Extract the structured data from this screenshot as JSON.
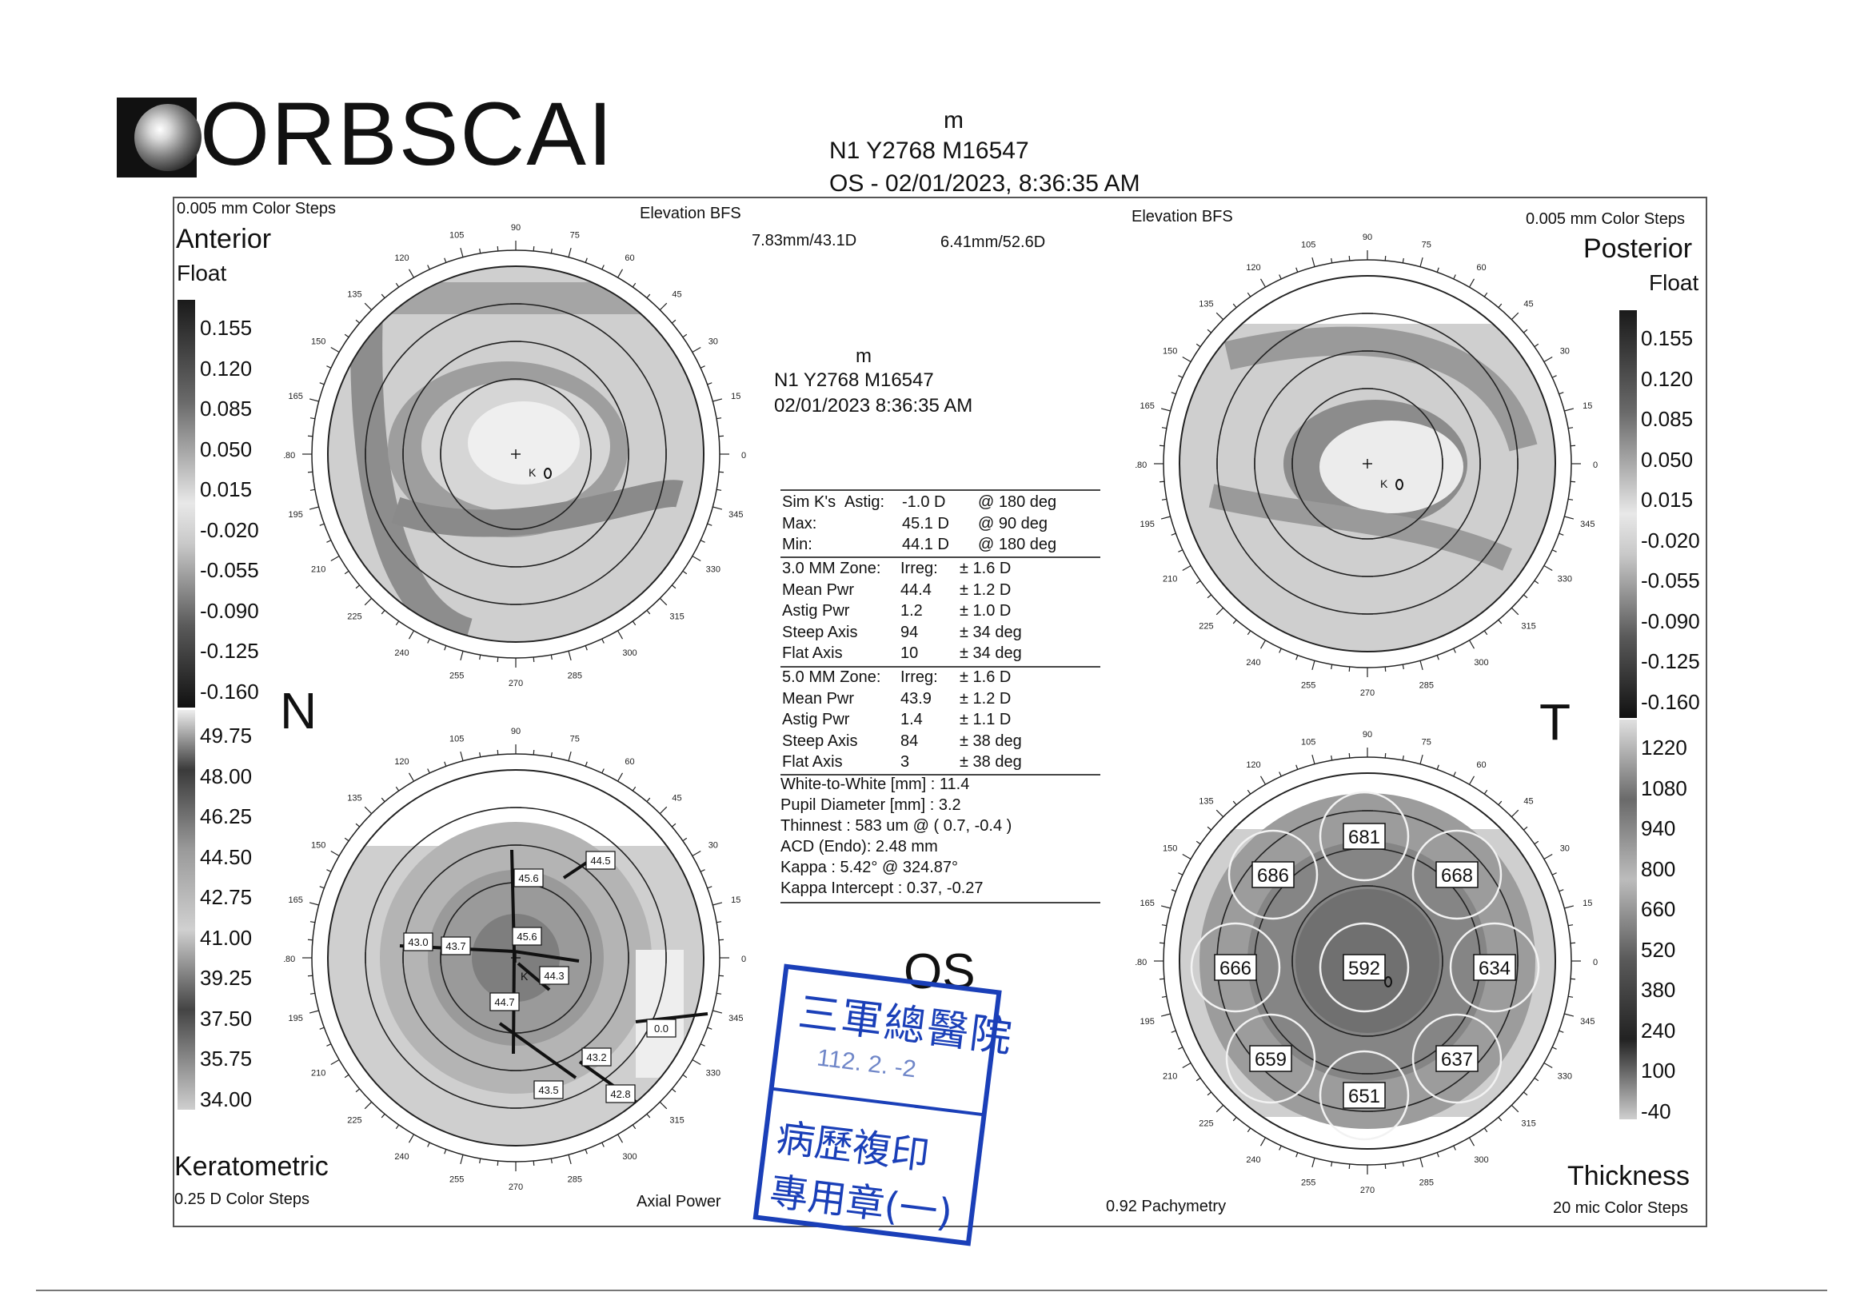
{
  "logo": {
    "text": "ORBSCAI"
  },
  "header": {
    "name": "m",
    "ids": "N1 Y2768 M16547",
    "eye_date": "OS - 02/01/2023, 8:36:35 AM"
  },
  "anterior": {
    "steps": "0.005 mm Color Steps",
    "title": "Anterior",
    "subtitle": "Float",
    "mode": "Elevation BFS",
    "scale": [
      "0.155",
      "0.120",
      "0.085",
      "0.050",
      "0.015",
      "-0.020",
      "-0.055",
      "-0.090",
      "-0.125",
      "-0.160"
    ]
  },
  "posterior": {
    "steps": "0.005 mm Color Steps",
    "title": "Posterior",
    "subtitle": "Float",
    "mode": "Elevation BFS",
    "scale": [
      "0.155",
      "0.120",
      "0.085",
      "0.050",
      "0.015",
      "-0.020",
      "-0.055",
      "-0.090",
      "-0.125",
      "-0.160"
    ]
  },
  "keratometric": {
    "title": "Keratometric",
    "steps": "0.25 D Color Steps",
    "mode": "Axial Power",
    "scale": [
      "49.75",
      "48.00",
      "46.25",
      "44.50",
      "42.75",
      "41.00",
      "39.25",
      "37.50",
      "35.75",
      "34.00"
    ],
    "values": [
      "44.5",
      "45.6",
      "43.0",
      "43.7",
      "45.6",
      "44.3",
      "44.7",
      "0.0",
      "43.2",
      "43.5",
      "42.8"
    ],
    "k_mark": "K"
  },
  "thickness": {
    "title": "Thickness",
    "steps": "20 mic Color Steps",
    "mode": "0.92 Pachymetry",
    "scale": [
      "1220",
      "1080",
      "940",
      "800",
      "660",
      "520",
      "380",
      "240",
      "100",
      "-40"
    ],
    "values": [
      "681",
      "686",
      "668",
      "666",
      "592",
      "634",
      "659",
      "637",
      "651"
    ]
  },
  "sides": {
    "left": "N",
    "right": "T"
  },
  "center": {
    "bfs_anterior": "7.83mm/43.1D",
    "bfs_posterior": "6.41mm/52.6D",
    "name": "m",
    "ids": "N1 Y2768 M16547",
    "datetime": "02/01/2023 8:36:35 AM",
    "sim_k": [
      [
        "Sim K's",
        "Astig:",
        "-1.0 D",
        "@ 180 deg"
      ],
      [
        "Max:",
        "",
        "45.1 D",
        "@ 90 deg"
      ],
      [
        "Min:",
        "",
        "44.1 D",
        "@ 180 deg"
      ]
    ],
    "zone3": [
      [
        "3.0 MM Zone:",
        "Irreg:",
        "± 1.6 D"
      ],
      [
        "Mean Pwr",
        "44.4",
        "± 1.2 D"
      ],
      [
        "Astig Pwr",
        "1.2",
        "± 1.0 D"
      ],
      [
        "Steep Axis",
        "94",
        "± 34 deg"
      ],
      [
        "Flat Axis",
        "10",
        "± 34 deg"
      ]
    ],
    "zone5": [
      [
        "5.0 MM Zone:",
        "Irreg:",
        "± 1.6 D"
      ],
      [
        "Mean Pwr",
        "43.9",
        "± 1.2 D"
      ],
      [
        "Astig Pwr",
        "1.4",
        "± 1.1 D"
      ],
      [
        "Steep Axis",
        "84",
        "± 38 deg"
      ],
      [
        "Flat Axis",
        "3",
        "± 38 deg"
      ]
    ],
    "extra": [
      "White-to-White [mm] : 11.4",
      "Pupil Diameter [mm] :  3.2",
      "Thinnest : 583 um @ ( 0.7, -0.4 )",
      "ACD (Endo): 2.48 mm",
      "Kappa : 5.42° @ 324.87°",
      "Kappa Intercept : 0.37, -0.27"
    ]
  },
  "eye_label": "OS",
  "stamp": {
    "hospital": "三軍總醫院",
    "date": "112. 2. -2",
    "line1": "病歷複印",
    "line2": "專用章(一)"
  },
  "axis_angles": [
    "0",
    "15",
    "30",
    "45",
    "60",
    "75",
    "90",
    "105",
    "120",
    "135",
    "150",
    "165",
    "180",
    "195",
    "210",
    "225",
    "240",
    "255",
    "270",
    "285",
    "300",
    "315",
    "330",
    "345"
  ]
}
